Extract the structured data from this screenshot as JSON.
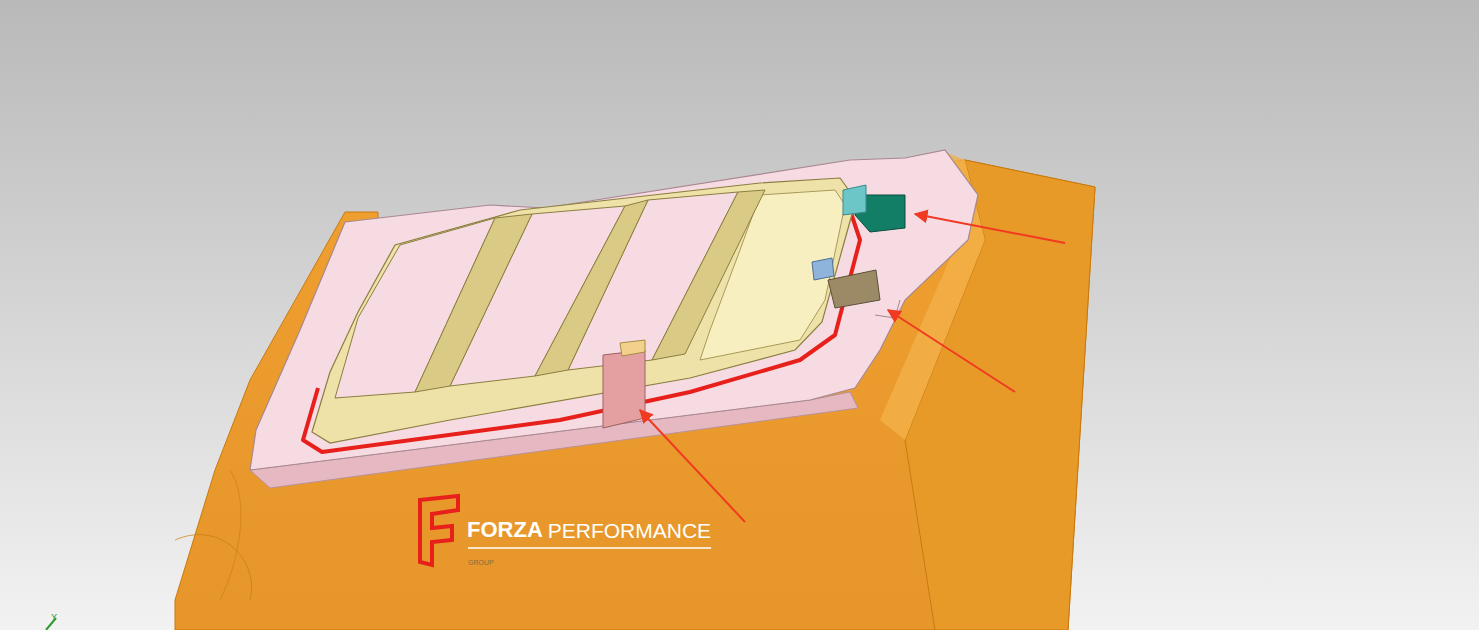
{
  "diagram": {
    "labels": [
      "FORZA",
      "PERFORMANCE",
      "GROUP",
      "Y"
    ]
  }
}
